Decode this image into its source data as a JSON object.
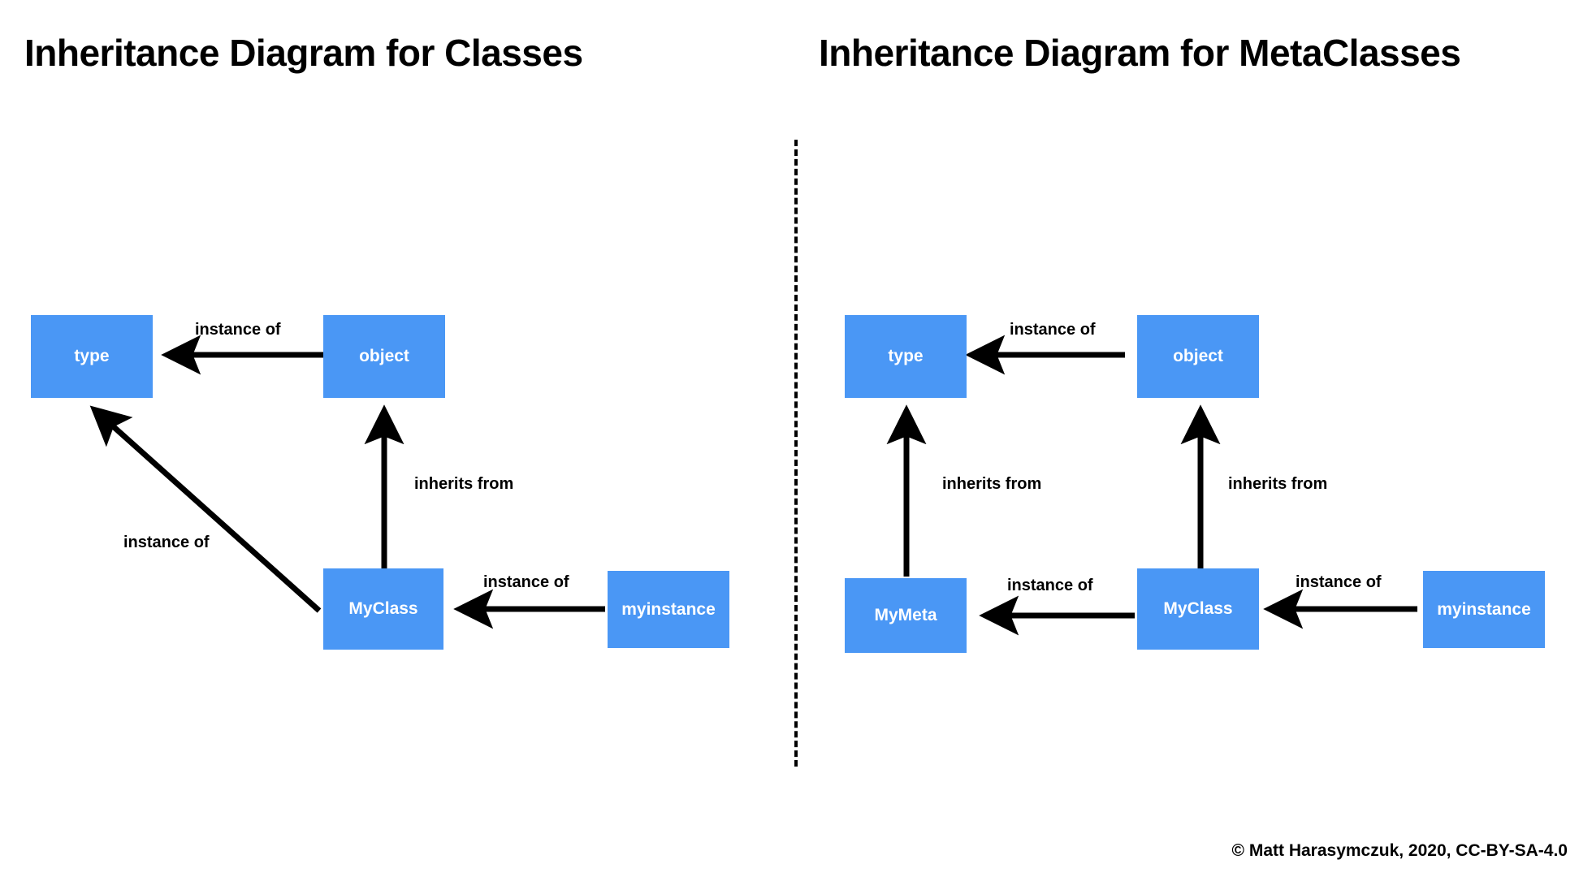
{
  "page": {
    "background_color": "#ffffff",
    "node_color": "#4a97f5",
    "node_text_color": "#ffffff",
    "arrow_color": "#000000"
  },
  "left_diagram": {
    "title": "Inheritance Diagram for Classes",
    "nodes": {
      "type": "type",
      "object": "object",
      "myclass": "MyClass",
      "myinstance": "myinstance"
    },
    "edges": {
      "object_to_type": "instance of",
      "myclass_to_object": "inherits from",
      "myclass_to_type": "instance of",
      "myinstance_to_myclass": "instance of"
    }
  },
  "right_diagram": {
    "title": "Inheritance Diagram for MetaClasses",
    "nodes": {
      "type": "type",
      "object": "object",
      "mymeta": "MyMeta",
      "myclass": "MyClass",
      "myinstance": "myinstance"
    },
    "edges": {
      "object_to_type": "instance of",
      "mymeta_to_type": "inherits from",
      "myclass_to_object": "inherits from",
      "myclass_to_mymeta": "instance of",
      "myinstance_to_myclass": "instance of"
    }
  },
  "footer": {
    "copyright": "© Matt Harasymczuk, 2020, CC-BY-SA-4.0"
  }
}
